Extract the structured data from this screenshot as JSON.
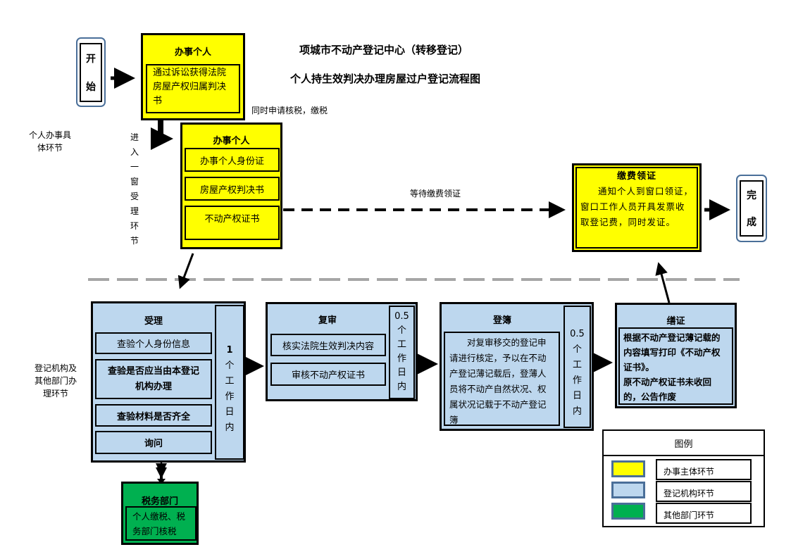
{
  "title": {
    "line1": "项城市不动产登记中心（转移登记）",
    "line2": "个人持生效判决办理房屋过户登记流程图"
  },
  "start": {
    "chars": [
      "开",
      "始"
    ]
  },
  "finish": {
    "chars": [
      "完",
      "成"
    ]
  },
  "stage_labels": {
    "individual": "个人办事具体环节",
    "window": [
      "进",
      "入",
      "一",
      "窗",
      "受",
      "理",
      "环",
      "节"
    ],
    "agency": "登记机构及其他部门办理环节"
  },
  "edge_labels": {
    "apply_tax": "同时申请核税，缴税",
    "wait_fee": "等待缴费领证"
  },
  "step1": {
    "head": "办事个人",
    "body": "通过诉讼获得法院房屋产权归属判决书"
  },
  "step2": {
    "head": "办事个人",
    "items": [
      "办事个人身份证",
      "房屋产权判决书",
      "不动产权证书"
    ]
  },
  "fee": {
    "head": "缴费领证",
    "body": "通知个人到窗口领证，窗口工作人员开具发票收取登记费，同时发证。"
  },
  "accept": {
    "head": "受理",
    "items": [
      "查验个人身份信息",
      "查验是否应当由本登记机构办理",
      "查验材料是否齐全",
      "询问"
    ],
    "duration": [
      "1",
      "个",
      "工",
      "作",
      "日",
      "内"
    ]
  },
  "review": {
    "head": "复审",
    "items": [
      "核实法院生效判决内容",
      "审核不动产权证书"
    ],
    "duration": [
      "0.5",
      "个",
      "工",
      "作",
      "日",
      "内"
    ]
  },
  "register": {
    "head": "登簿",
    "body": "对复审移交的登记申请进行核定，予以在不动产登记薄记载后，登薄人员将不动产自然状况、权属状况记载于不动产登记簿",
    "duration": [
      "0.5",
      "个",
      "工",
      "作",
      "日",
      "内"
    ]
  },
  "certify": {
    "head": "缮证",
    "body1": "根据不动产登记薄记载的内容填写打印《不动产权证书》。",
    "body2": "原不动产权证书未收回的，公告作废"
  },
  "tax": {
    "head": "税务部门",
    "body": "个人缴税、税务部门核税"
  },
  "legend": {
    "title": "图例",
    "items": [
      {
        "label": "办事主体环节",
        "color": "#ffff00"
      },
      {
        "label": "登记机构环节",
        "color": "#bdd7ee"
      },
      {
        "label": "其他部门环节",
        "color": "#00b050"
      }
    ]
  }
}
